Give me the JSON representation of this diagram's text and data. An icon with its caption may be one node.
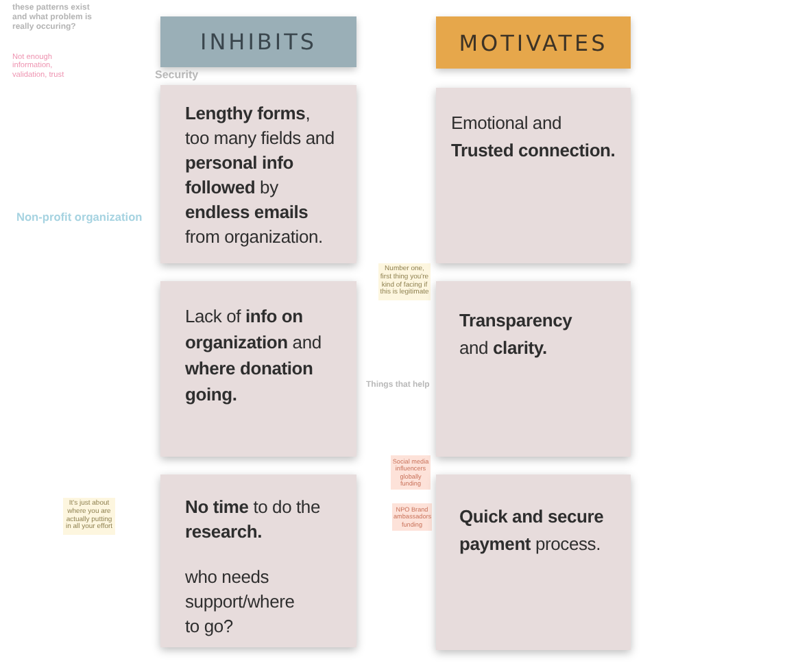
{
  "diagram": {
    "nodes": [
      {
        "text": [
          "INHIBITS"
        ]
      },
      {
        "text": [
          "MOTIVATES"
        ]
      },
      {
        "text": [
          "**Lengthy forms**, too many fields and **personal info followed** by **endless emails** from organization."
        ]
      },
      {
        "text": [
          "Emotional and **Trusted connection.**"
        ]
      },
      {
        "text": [
          "Lack of **info on organization** and **where donation going.**"
        ]
      },
      {
        "text": [
          "**Transparency** and **clarity.**"
        ]
      },
      {
        "text": [
          "**No time** to do the **research.**",
          "who needs support/where to go?"
        ]
      },
      {
        "text": [
          "**Quick and secure payment** process."
        ]
      }
    ],
    "labels": [
      "these patterns exist and what problem is really occuring?",
      "Not enough information, validation, trust",
      "Security",
      "Non-profit organization",
      "Number one, first thing you're kind of facing if this is legitimate",
      "Things that help",
      "Social media influencers globally funding",
      "It's just about where you are actually putting in all your effort",
      "NPO Brand ambassadors funding"
    ]
  }
}
